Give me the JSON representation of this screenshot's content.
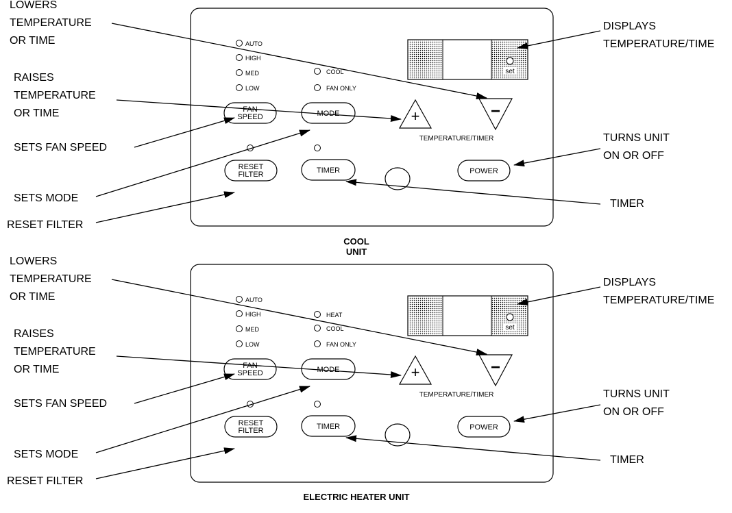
{
  "panels": [
    {
      "name": "cool",
      "caption_lines": [
        "COOL",
        "UNIT"
      ],
      "fan_indicators": [
        "AUTO",
        "HIGH",
        "MED",
        "LOW"
      ],
      "mode_indicators": [
        "COOL",
        "FAN ONLY"
      ],
      "buttons": {
        "fan_speed": [
          "FAN",
          "SPEED"
        ],
        "mode": "MODE",
        "reset_filter": [
          "RESET",
          "FILTER"
        ],
        "timer": "TIMER",
        "power": "POWER",
        "plus": "+",
        "minus": "−"
      },
      "temp_timer_label": "TEMPERATURE/TIMER",
      "display_set_label": "set",
      "callouts": {
        "lowers": [
          "LOWERS",
          "TEMPERATURE",
          "OR TIME"
        ],
        "raises": [
          "RAISES",
          "TEMPERATURE",
          "OR TIME"
        ],
        "fan_speed": "SETS  FAN SPEED",
        "mode": "SETS MODE",
        "reset": "RESET FILTER",
        "display": [
          "DISPLAYS",
          "TEMPERATURE/TIME"
        ],
        "power": [
          "TURNS UNIT",
          "ON OR OFF"
        ],
        "timer": "TIMER"
      }
    },
    {
      "name": "electric-heater",
      "caption_lines": [
        "ELECTRIC HEATER UNIT"
      ],
      "fan_indicators": [
        "AUTO",
        "HIGH",
        "MED",
        "LOW"
      ],
      "mode_indicators": [
        "HEAT",
        "COOL",
        "FAN ONLY"
      ],
      "buttons": {
        "fan_speed": [
          "FAN",
          "SPEED"
        ],
        "mode": "MODE",
        "reset_filter": [
          "RESET",
          "FILTER"
        ],
        "timer": "TIMER",
        "power": "POWER",
        "plus": "+",
        "minus": "−"
      },
      "temp_timer_label": "TEMPERATURE/TIMER",
      "display_set_label": "set",
      "callouts": {
        "lowers": [
          "LOWERS",
          "TEMPERATURE",
          "OR TIME"
        ],
        "raises": [
          "RAISES",
          "TEMPERATURE",
          "OR TIME"
        ],
        "fan_speed": "SETS  FAN SPEED",
        "mode": "SETS MODE",
        "reset": "RESET FILTER",
        "display": [
          "DISPLAYS",
          "TEMPERATURE/TIME"
        ],
        "power": [
          "TURNS UNIT",
          "ON OR OFF"
        ],
        "timer": "TIMER"
      }
    }
  ]
}
